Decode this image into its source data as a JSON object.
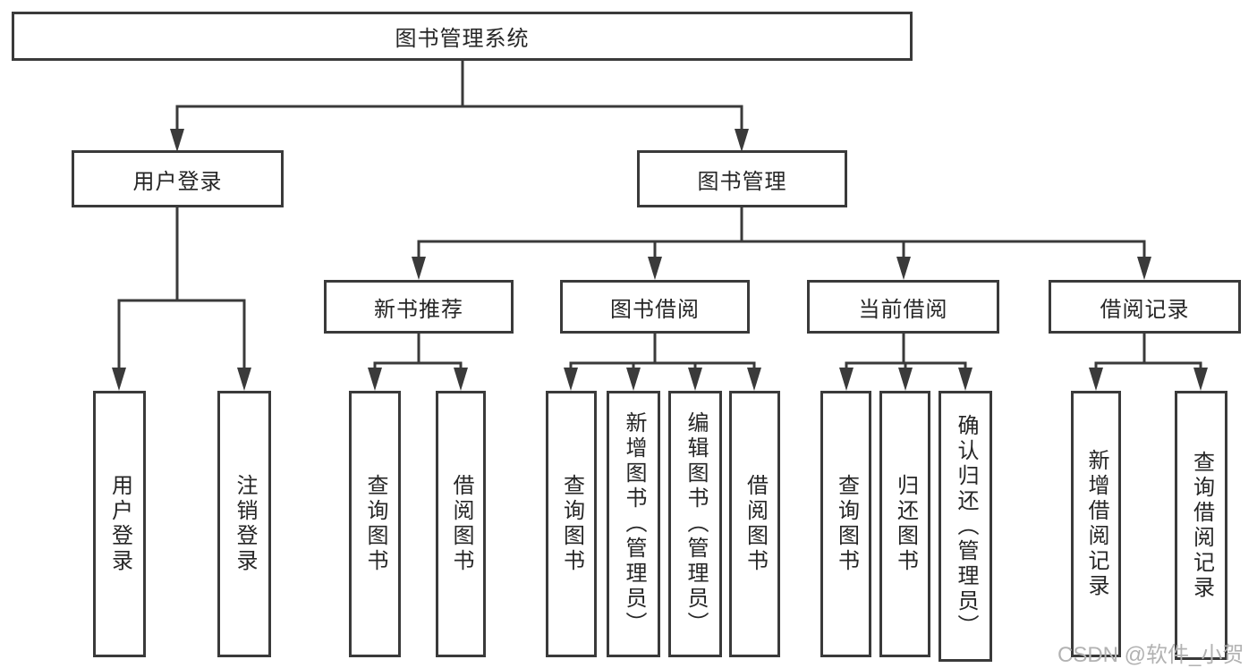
{
  "colors": {
    "line": "#3a3a3a",
    "box_border": "#3a3a3a",
    "text": "#262626",
    "background": "#ffffff",
    "watermark": "#b2b2b2"
  },
  "tree": {
    "label": "图书管理系统",
    "children": [
      {
        "label": "用户登录",
        "children": [
          {
            "label": "用户登录"
          },
          {
            "label": "注销登录"
          }
        ]
      },
      {
        "label": "图书管理",
        "children": [
          {
            "label": "新书推荐",
            "children": [
              {
                "label": "查询图书"
              },
              {
                "label": "借阅图书"
              }
            ]
          },
          {
            "label": "图书借阅",
            "children": [
              {
                "label": "查询图书"
              },
              {
                "label": "新增图书（管理员）"
              },
              {
                "label": "编辑图书（管理员）"
              },
              {
                "label": "借阅图书"
              }
            ]
          },
          {
            "label": "当前借阅",
            "children": [
              {
                "label": "查询图书"
              },
              {
                "label": "归还图书"
              },
              {
                "label": "确认归还（管理员）"
              }
            ]
          },
          {
            "label": "借阅记录",
            "children": [
              {
                "label": "新增借阅记录"
              },
              {
                "label": "查询借阅记录"
              }
            ]
          }
        ]
      }
    ]
  },
  "watermark": {
    "text": "CSDN @软件_小贺同学"
  }
}
